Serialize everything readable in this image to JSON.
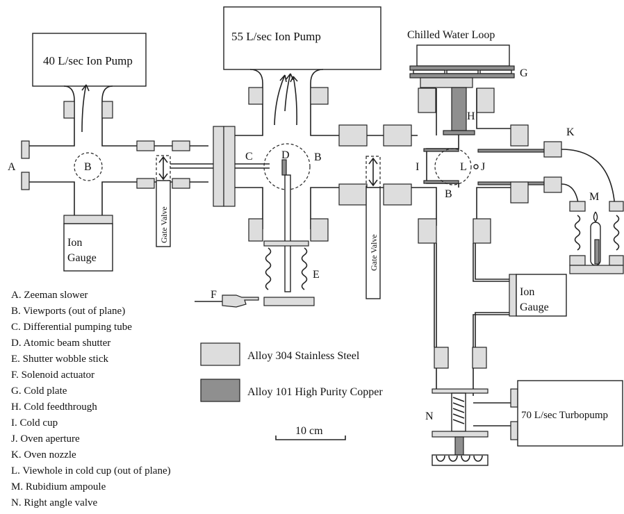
{
  "components": {
    "ion_pump_40": "40 L/sec Ion Pump",
    "ion_pump_55": "55 L/sec Ion Pump",
    "chilled_water": "Chilled Water Loop",
    "ion_gauge_1_line1": "Ion",
    "ion_gauge_1_line2": "Gauge",
    "ion_gauge_2_line1": "Ion",
    "ion_gauge_2_line2": "Gauge",
    "gate_valve_1": "Gate Valve",
    "gate_valve_2": "Gate Valve",
    "turbopump": "70 L/sec Turbopump"
  },
  "letters": {
    "A": "A",
    "B1": "B",
    "C": "C",
    "D": "D",
    "B2": "B",
    "E": "E",
    "F": "F",
    "G": "G",
    "H": "H",
    "I": "I",
    "L": "L",
    "J": "J",
    "B3": "B",
    "K": "K",
    "M": "M",
    "N": "N"
  },
  "legend_key": [
    "A. Zeeman slower",
    "B. Viewports (out of plane)",
    "C. Differential pumping tube",
    "D. Atomic beam shutter",
    "E. Shutter wobble stick",
    "F. Solenoid actuator",
    "G. Cold plate",
    "H. Cold feedthrough",
    "I.  Cold cup",
    "J. Oven aperture",
    "K. Oven nozzle",
    "L. Viewhole in cold cup (out of plane)",
    "M. Rubidium ampoule",
    "N. Right angle valve"
  ],
  "materials": {
    "steel": {
      "label": "Alloy 304 Stainless Steel",
      "color": "#dddddd"
    },
    "copper": {
      "label": "Alloy 101 High Purity Copper",
      "color": "#8f8f8f"
    }
  },
  "scale_bar": "10 cm"
}
